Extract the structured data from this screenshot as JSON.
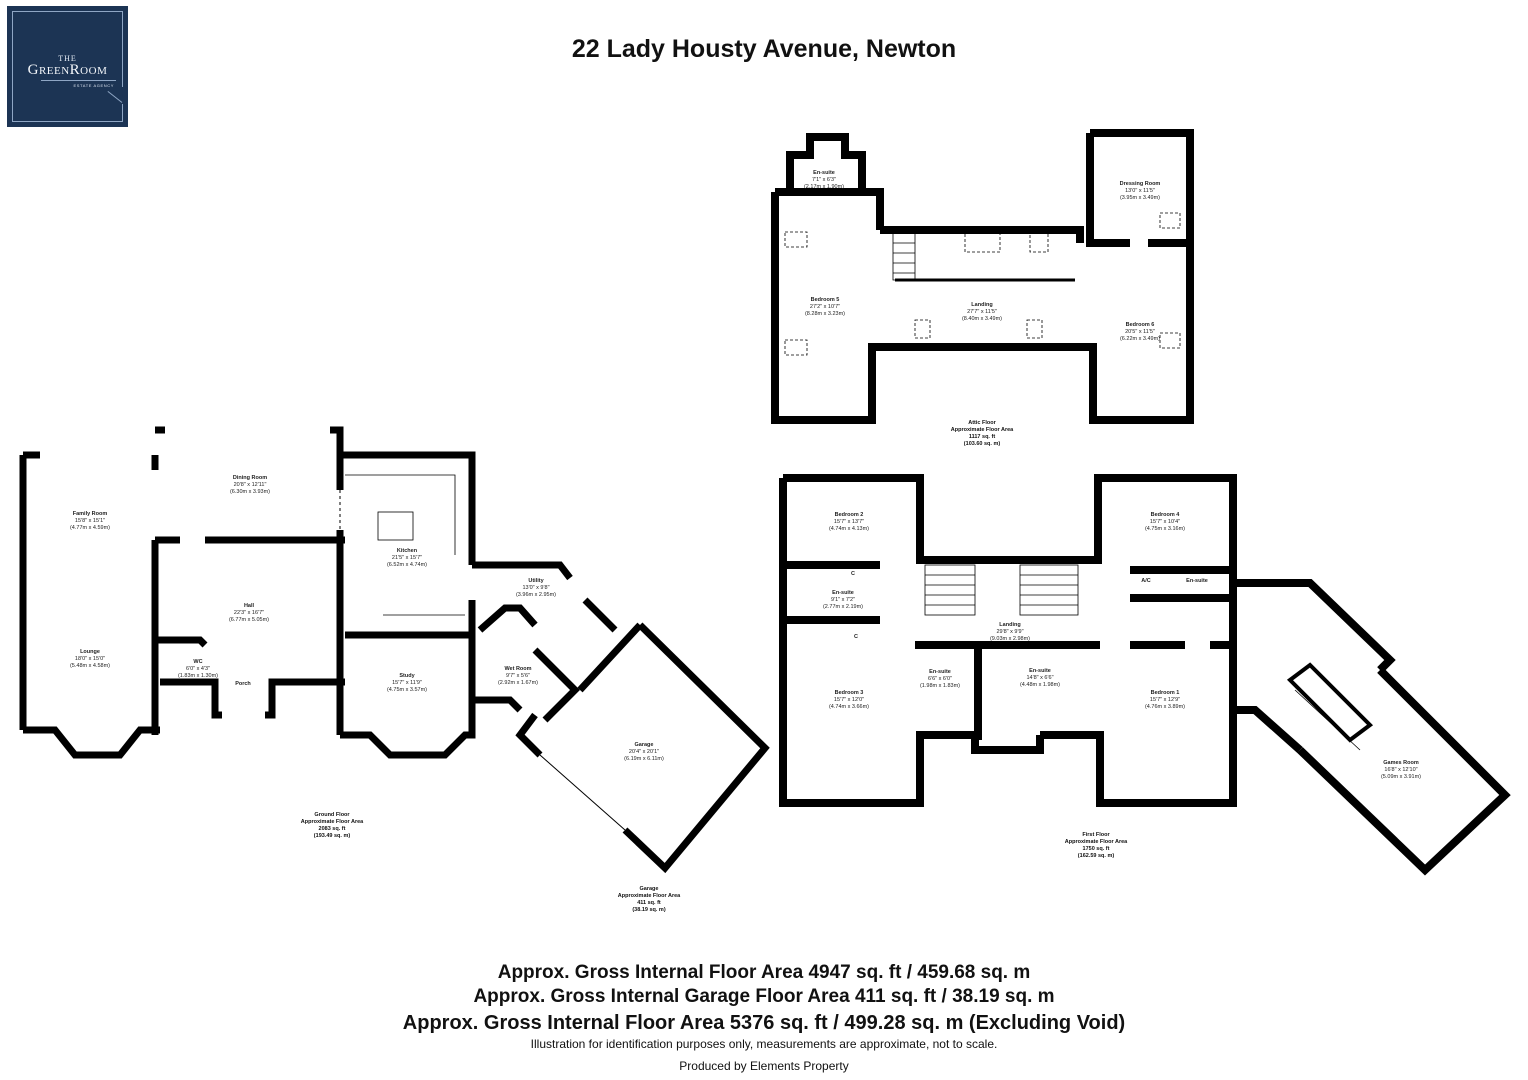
{
  "header": {
    "title": "22 Lady Housty Avenue, Newton",
    "logo": {
      "the": "THE",
      "name": "GreenRoom",
      "subtitle": "ESTATE AGENCY",
      "bg_color": "#1c3454"
    }
  },
  "floors": {
    "ground": {
      "name": "Ground Floor",
      "area_label": "Approximate Floor Area",
      "sqft": "2083 sq. ft",
      "sqm": "(193.49 sq. m)",
      "rooms": [
        {
          "name": "Dining Room",
          "imperial": "20'8\" x 12'11\"",
          "metric": "(6.30m x 3.93m)"
        },
        {
          "name": "Family Room",
          "imperial": "15'8\" x 15'1\"",
          "metric": "(4.77m x 4.59m)"
        },
        {
          "name": "Kitchen",
          "imperial": "21'5\" x 15'7\"",
          "metric": "(6.52m x 4.74m)"
        },
        {
          "name": "Hall",
          "imperial": "22'3\" x 16'7\"",
          "metric": "(6.77m x 5.05m)"
        },
        {
          "name": "Lounge",
          "imperial": "18'0\" x 15'0\"",
          "metric": "(5.48m x 4.58m)"
        },
        {
          "name": "WC",
          "imperial": "6'0\" x 4'3\"",
          "metric": "(1.83m x 1.30m)"
        },
        {
          "name": "Porch",
          "imperial": "",
          "metric": ""
        },
        {
          "name": "Study",
          "imperial": "15'7\" x 11'9\"",
          "metric": "(4.75m x 3.57m)"
        },
        {
          "name": "Utility",
          "imperial": "13'0\" x 9'8\"",
          "metric": "(3.96m x 2.95m)"
        },
        {
          "name": "Wet Room",
          "imperial": "9'7\" x 5'6\"",
          "metric": "(2.92m x 1.67m)"
        }
      ]
    },
    "garage": {
      "name": "Garage",
      "area_label": "Approximate Floor Area",
      "sqft": "411 sq. ft",
      "sqm": "(38.19 sq. m)",
      "rooms": [
        {
          "name": "Garage",
          "imperial": "20'4\" x 20'1\"",
          "metric": "(6.19m x 6.11m)"
        }
      ]
    },
    "attic": {
      "name": "Attic Floor",
      "area_label": "Approximate Floor Area",
      "sqft": "1117 sq. ft",
      "sqm": "(103.60 sq. m)",
      "rooms": [
        {
          "name": "En-suite",
          "imperial": "7'1\" x 6'3\"",
          "metric": "(2.17m x 1.90m)"
        },
        {
          "name": "Dressing Room",
          "imperial": "13'0\" x 11'5\"",
          "metric": "(3.95m x 3.49m)"
        },
        {
          "name": "Bedroom 5",
          "imperial": "27'2\" x 10'7\"",
          "metric": "(8.28m x 3.23m)"
        },
        {
          "name": "Landing",
          "imperial": "27'7\" x 11'5\"",
          "metric": "(8.40m x 3.49m)"
        },
        {
          "name": "Bedroom 6",
          "imperial": "20'5\" x 11'5\"",
          "metric": "(6.22m x 3.49m)"
        }
      ]
    },
    "first": {
      "name": "First Floor",
      "area_label": "Approximate Floor Area",
      "sqft": "1750 sq. ft",
      "sqm": "(162.59 sq. m)",
      "rooms": [
        {
          "name": "Bedroom 2",
          "imperial": "15'7\" x 13'7\"",
          "metric": "(4.74m x 4.13m)"
        },
        {
          "name": "Bedroom 4",
          "imperial": "15'7\" x 10'4\"",
          "metric": "(4.75m x 3.16m)"
        },
        {
          "name": "En-suite",
          "imperial": "9'1\" x 7'2\"",
          "metric": "(2.77m x 2.19m)"
        },
        {
          "name": "Landing",
          "imperial": "29'8\" x 9'9\"",
          "metric": "(9.03m x 2.98m)"
        },
        {
          "name": "En-suite",
          "imperial": "",
          "metric": ""
        },
        {
          "name": "A/C",
          "imperial": "",
          "metric": ""
        },
        {
          "name": "C",
          "imperial": "",
          "metric": ""
        },
        {
          "name": "C",
          "imperial": "",
          "metric": ""
        },
        {
          "name": "En-suite",
          "imperial": "6'6\" x 6'0\"",
          "metric": "(1.98m x 1.83m)"
        },
        {
          "name": "En-suite",
          "imperial": "14'8\" x 6'6\"",
          "metric": "(4.48m x 1.98m)"
        },
        {
          "name": "Bedroom 3",
          "imperial": "15'7\" x 12'0\"",
          "metric": "(4.74m x 3.66m)"
        },
        {
          "name": "Bedroom 1",
          "imperial": "15'7\" x 12'9\"",
          "metric": "(4.76m x 3.89m)"
        },
        {
          "name": "Games Room",
          "imperial": "16'8\" x 12'10\"",
          "metric": "(5.09m x 3.91m)"
        }
      ]
    }
  },
  "footer": {
    "line1": "Approx. Gross Internal Floor Area 4947 sq. ft / 459.68 sq. m",
    "line2": "Approx. Gross Internal Garage Floor Area 411 sq. ft / 38.19 sq. m",
    "line3": "Approx. Gross Internal Floor Area 5376 sq. ft / 499.28 sq. m (Excluding Void)",
    "disclaimer": "Illustration for identification purposes only, measurements are approximate, not to scale.",
    "producer": "Produced by Elements Property"
  },
  "colors": {
    "wall": "#000000",
    "background": "#ffffff",
    "brand": "#1c3454"
  }
}
